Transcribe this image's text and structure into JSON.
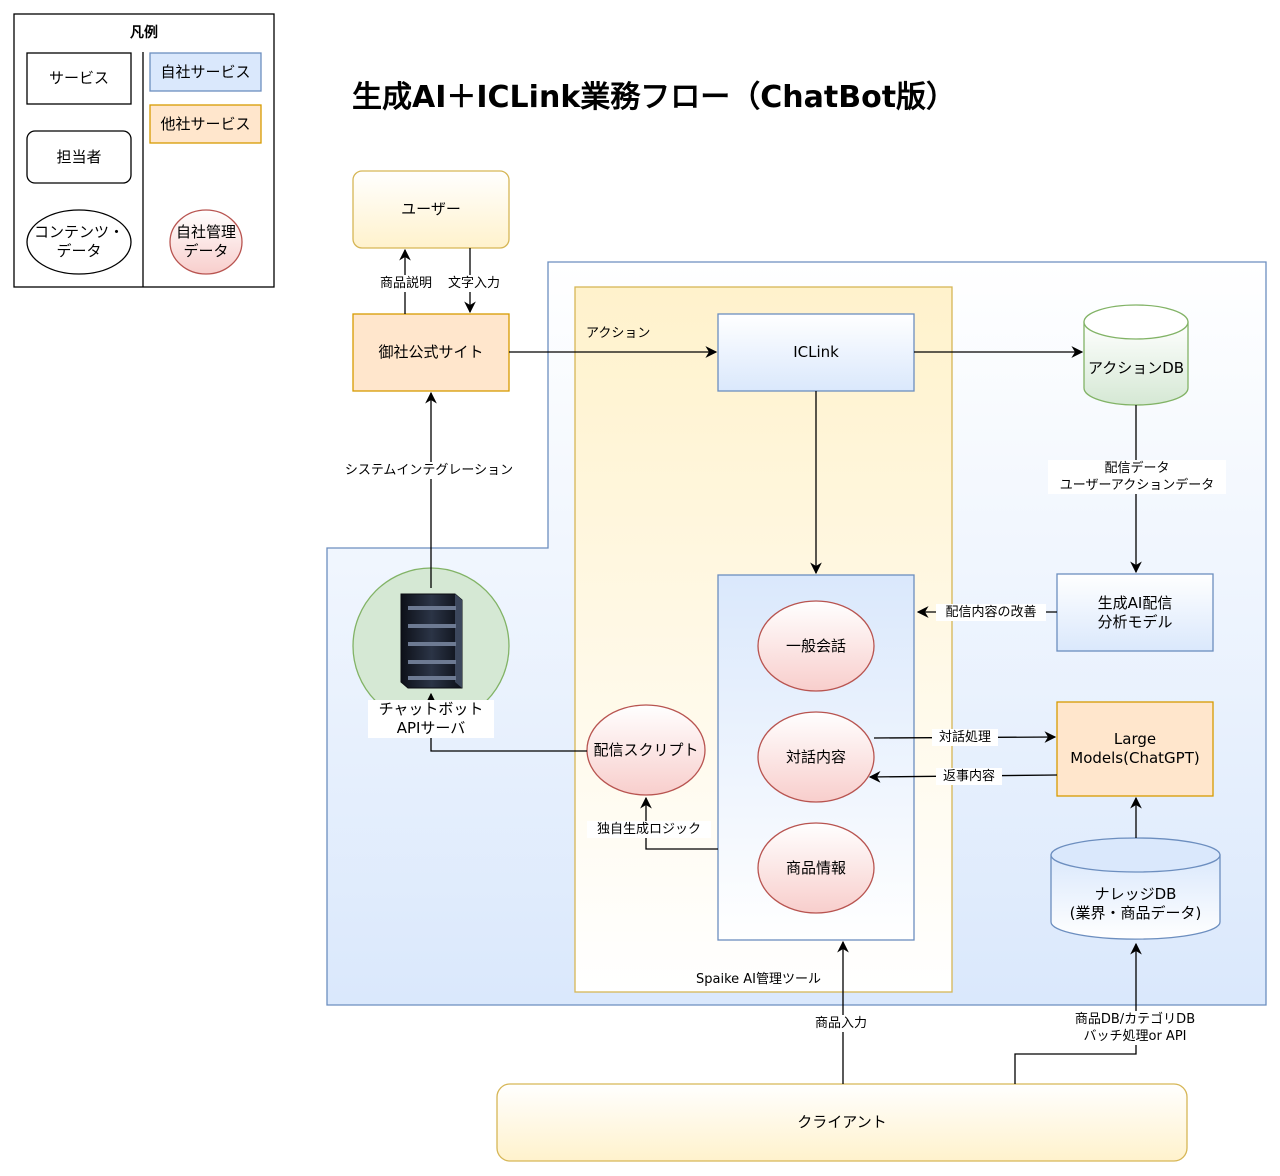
{
  "title": "生成AI＋ICLink業務フロー（ChatBot版）",
  "legend": {
    "heading": "凡例",
    "service": "サービス",
    "own_service": "自社サービス",
    "other_service": "他社サービス",
    "staff": "担当者",
    "content_data": "コンテンツ・\nデータ",
    "own_managed_data": "自社管理\nデータ"
  },
  "nodes": {
    "user": "ユーザー",
    "site": "御社公式サイト",
    "iclink": "ICLink",
    "action_db": "アクションDB",
    "ai_model": "生成AI配信\n分析モデル",
    "llm": "Large\nModels(ChatGPT)",
    "knowledge_db": "ナレッジDB\n(業界・商品データ)",
    "general_chat": "一般会話",
    "dialog": "対話内容",
    "product_info": "商品情報",
    "script": "配信スクリプト",
    "chatbot_server": "チャットボット\nAPIサーバ",
    "client": "クライアント",
    "spaike_tool": "Spaike AI管理ツール"
  },
  "edges": {
    "product_desc": "商品説明",
    "text_input": "文字入力",
    "action": "アクション",
    "system_integration": "システムインテグレーション",
    "delivery_data": "配信データ\nユーザーアクションデータ",
    "improve": "配信内容の改善",
    "dialog_process": "対話処理",
    "reply": "返事内容",
    "unique_logic": "独自生成ロジック",
    "product_input": "商品入力",
    "product_db_batch": "商品DB/カテゴリDB\nバッチ処理or API"
  },
  "colors": {
    "own_fill": "#dae8fc",
    "own_stroke": "#6c8ebf",
    "other_fill": "#ffe6cc",
    "other_stroke": "#d79b00",
    "user_fill": "#fff2cc",
    "user_stroke": "#d6b656",
    "data_fill": "#f8cecc",
    "data_stroke": "#b85450",
    "db_fill": "#d5e8d4",
    "db_stroke": "#82b366"
  }
}
